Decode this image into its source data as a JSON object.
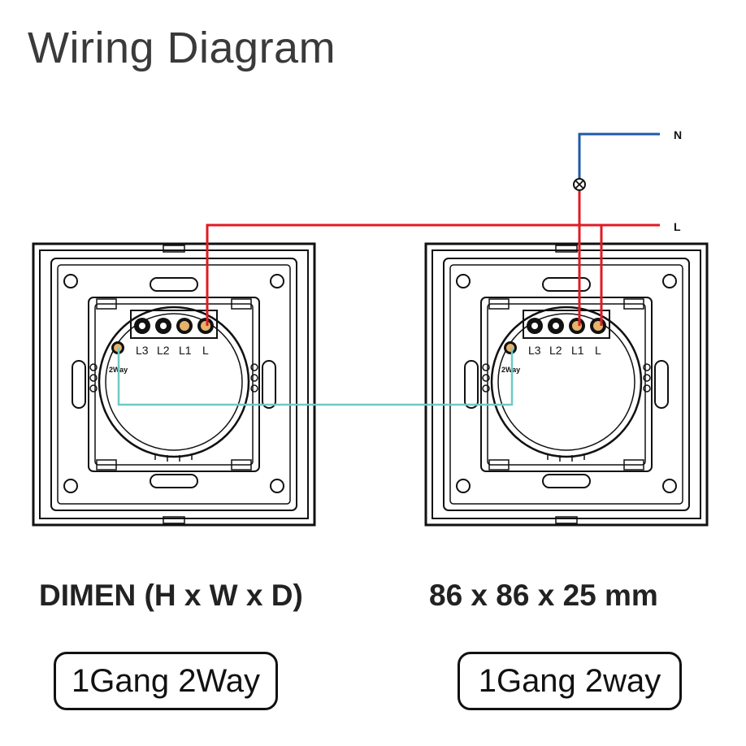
{
  "title": "Wiring Diagram",
  "wires": {
    "neutral_label": "N",
    "live_label": "L",
    "neutral_color": "#1f5aa8",
    "live_color": "#e01b24",
    "traveler_color": "#6ec9c5"
  },
  "switches": [
    {
      "terminals": [
        "L3",
        "L2",
        "L1",
        "L"
      ],
      "aux_label": "2Way"
    },
    {
      "terminals": [
        "L3",
        "L2",
        "L1",
        "L"
      ],
      "aux_label": "2Way"
    }
  ],
  "dimensions": {
    "label": "DIMEN (H x W x D)",
    "value": "86 x 86 x 25 mm"
  },
  "badges": [
    "1Gang 2Way",
    "1Gang 2way"
  ]
}
